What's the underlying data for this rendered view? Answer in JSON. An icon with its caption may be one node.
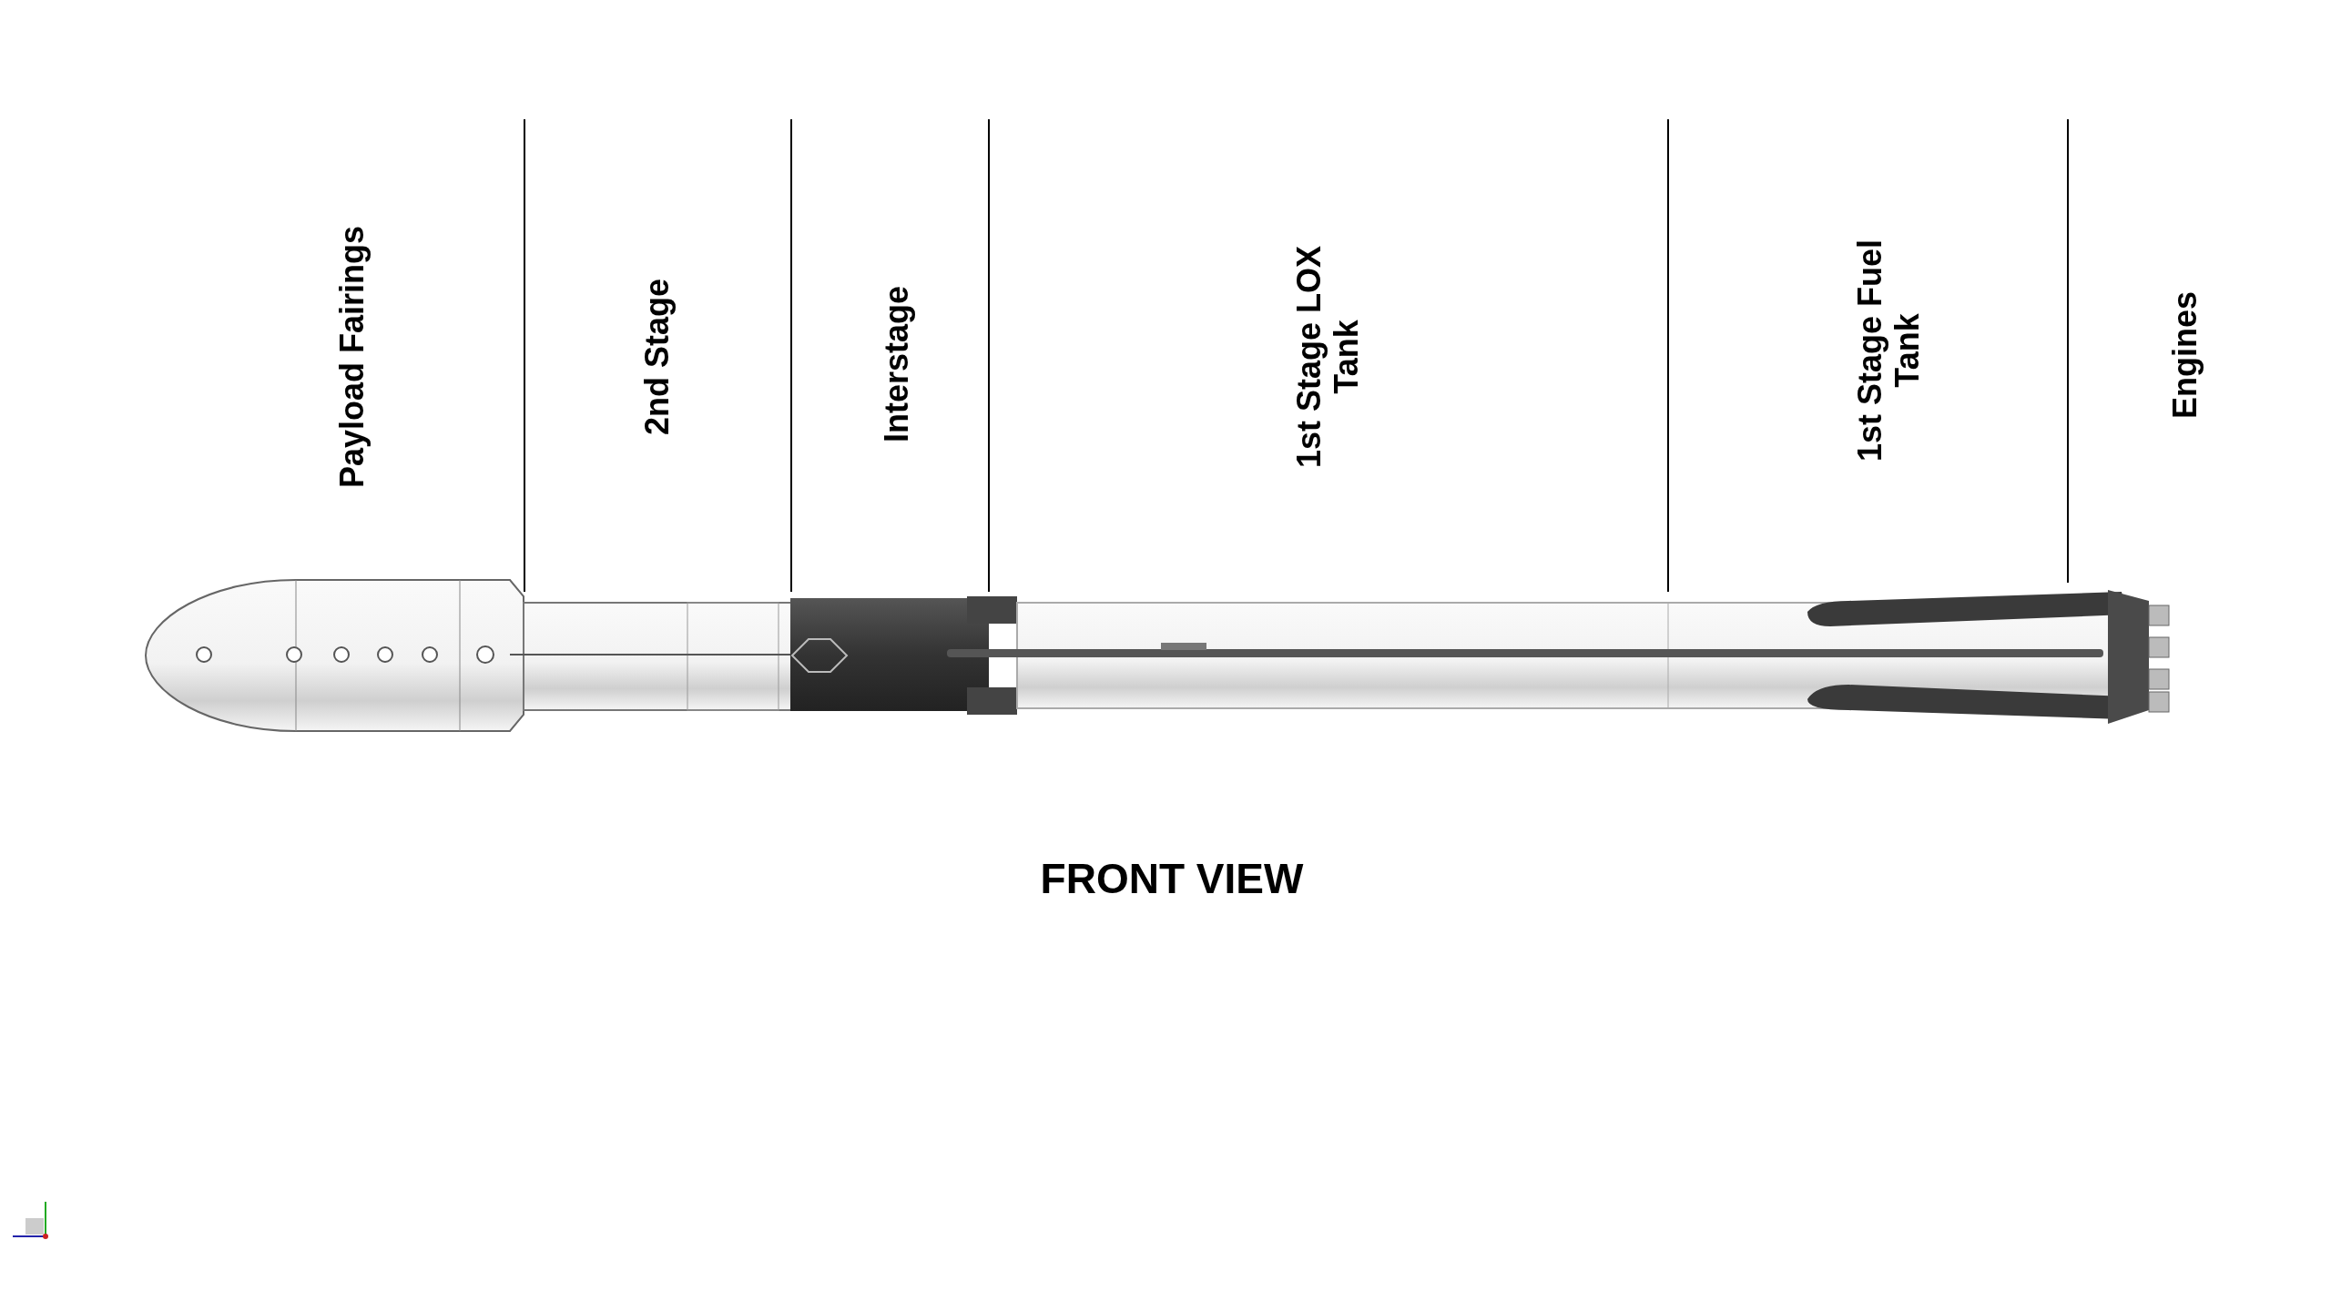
{
  "diagram": {
    "title": "FRONT VIEW",
    "labels": [
      "Payload Fairings",
      "2nd Stage",
      "Interstage",
      "1st Stage LOX Tank",
      "1st Stage Fuel Tank",
      "Engines"
    ]
  }
}
